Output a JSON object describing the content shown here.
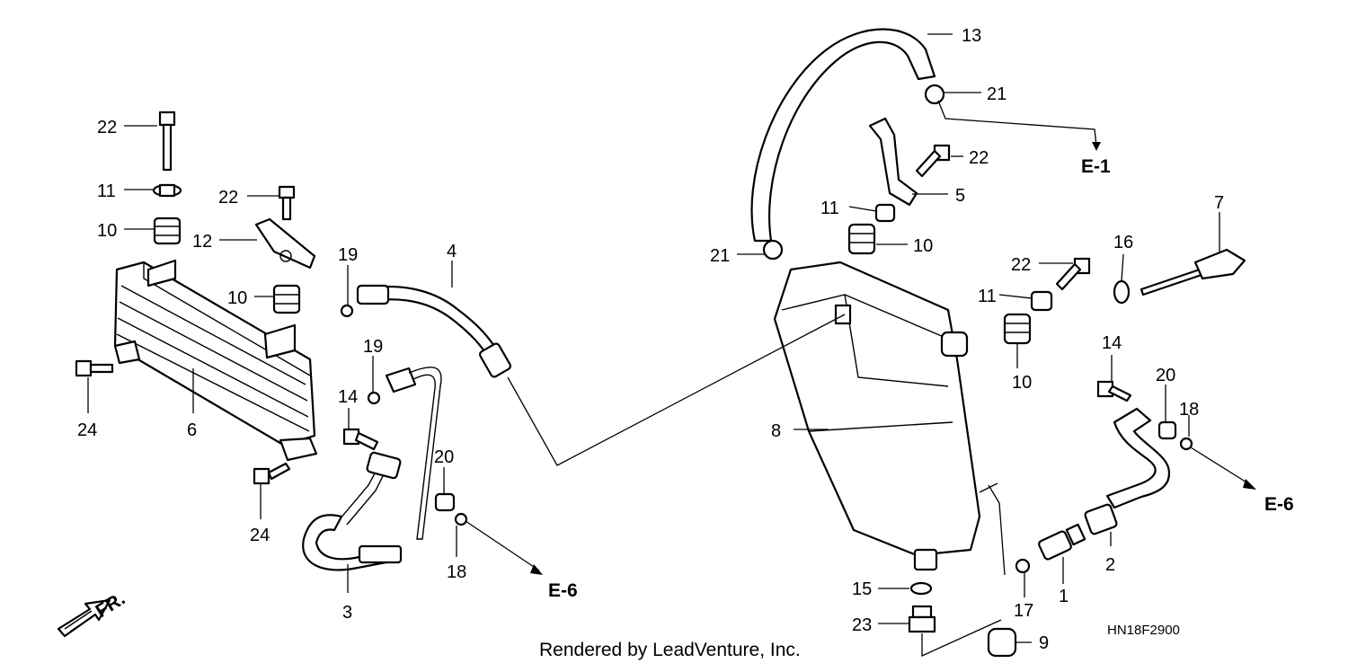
{
  "callouts": {
    "c1": "1",
    "c2": "2",
    "c3": "3",
    "c4": "4",
    "c5": "5",
    "c6": "6",
    "c7": "7",
    "c8": "8",
    "c9": "9",
    "c10a": "10",
    "c10b": "10",
    "c10c": "10",
    "c10d": "10",
    "c11a": "11",
    "c11b": "11",
    "c11c": "11",
    "c12": "12",
    "c13": "13",
    "c14a": "14",
    "c14b": "14",
    "c15": "15",
    "c16": "16",
    "c17": "17",
    "c18a": "18",
    "c18b": "18",
    "c19a": "19",
    "c19b": "19",
    "c20a": "20",
    "c20b": "20",
    "c21a": "21",
    "c21b": "21",
    "c22a": "22",
    "c22b": "22",
    "c22c": "22",
    "c22d": "22",
    "c23": "23",
    "c24a": "24",
    "c24b": "24"
  },
  "refs": {
    "e1": "E-1",
    "e6a": "E-6",
    "e6b": "E-6"
  },
  "front_label": "FR.",
  "diagram_code": "HN18F2900",
  "credit": "Rendered by LeadVenture, Inc."
}
